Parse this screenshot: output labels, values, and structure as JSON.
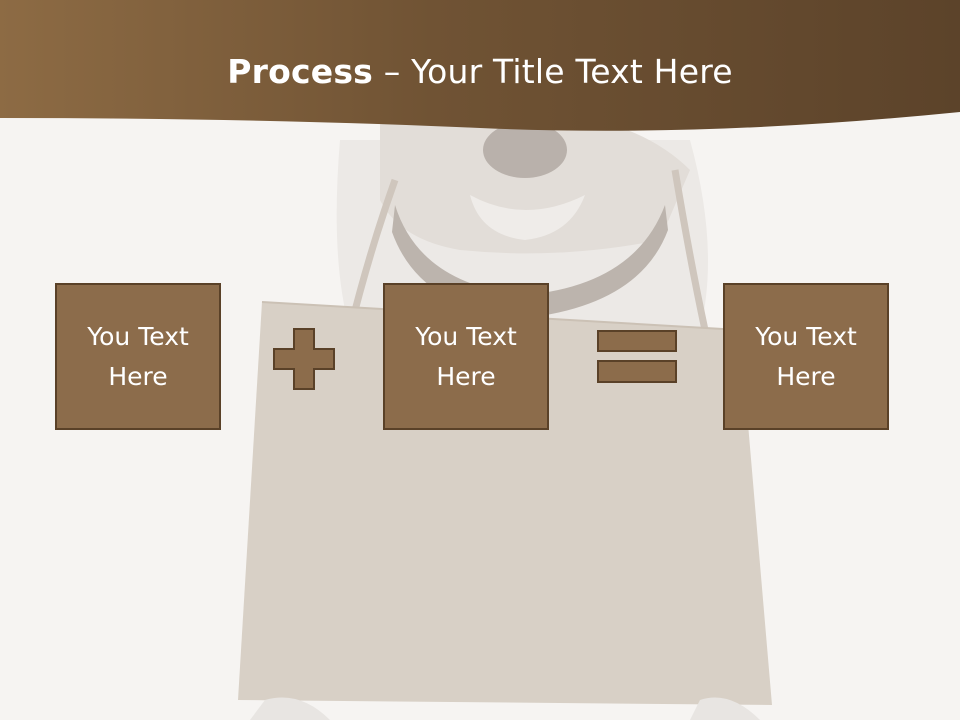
{
  "title": {
    "bold": "Process",
    "rest": " – Your Title Text Here"
  },
  "boxes": [
    {
      "label": "You Text Here"
    },
    {
      "label": "You Text Here"
    },
    {
      "label": "You Text Here"
    }
  ],
  "operators": [
    "plus-icon",
    "equals-icon"
  ],
  "colors": {
    "box_fill": "#8c6c4b",
    "box_border": "#5a4128",
    "header": "#6e5233"
  }
}
